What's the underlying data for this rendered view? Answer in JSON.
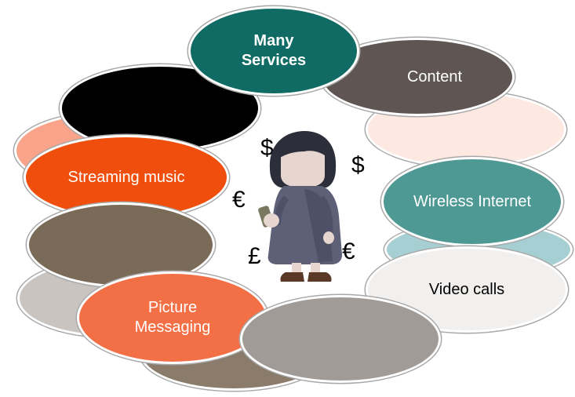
{
  "diagram": {
    "center_label": "Many Services",
    "ellipses": [
      {
        "label": "",
        "fill": "#f9a48a"
      },
      {
        "label": "",
        "fill": "#c9c4c0"
      },
      {
        "label": "",
        "fill": "#8a7b6a"
      },
      {
        "label": "",
        "fill": "#a5cfd2"
      },
      {
        "label": "",
        "fill": "#fde8e2"
      },
      {
        "label": "Content",
        "fill": "#5f5553",
        "text_color": "#ffffff"
      },
      {
        "label": "",
        "fill": "#000000"
      },
      {
        "label": "Streaming music",
        "fill": "#f04e0c",
        "text_color": "#ffffff"
      },
      {
        "label": "",
        "fill": "#7a6a58"
      },
      {
        "label": "Wireless Internet",
        "fill": "#4f9994",
        "text_color": "#ffffff"
      },
      {
        "label": "Video calls",
        "fill": "#f2f0ee",
        "text_color": "#000000"
      },
      {
        "label": "Picture\nMessaging",
        "fill": "#f36f45",
        "text_color": "#ffffff"
      },
      {
        "label": "",
        "fill": "#a19b98"
      },
      {
        "label": "Many\nServices",
        "fill": "#0f6b63",
        "text_color": "#ffffff"
      }
    ],
    "currency_symbols": [
      "$",
      "$",
      "€",
      "€",
      "£"
    ]
  }
}
